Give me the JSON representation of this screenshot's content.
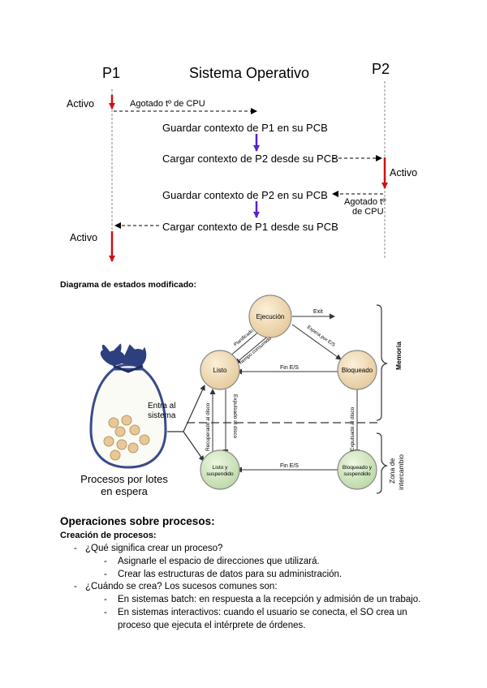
{
  "top_diagram": {
    "p1": "P1",
    "so": "Sistema Operativo",
    "p2": "P2",
    "activo_1": "Activo",
    "agotado_1": "Agotado tº de CPU",
    "step1": "Guardar contexto de P1 en su PCB",
    "step2": "Cargar contexto de P2 desde su PCB",
    "activo_2": "Activo",
    "step3": "Guardar contexto de P2 en su PCB",
    "agotado_2a": "Agotado tº",
    "agotado_2b": "de CPU",
    "step4": "Cargar contexto de P1 desde su PCB",
    "activo_3": "Activo"
  },
  "state_diagram": {
    "heading": "Diagrama de estados modificado:",
    "bag_label_1": "Procesos por lotes",
    "bag_label_2": "en espera",
    "entra_1": "Entra al",
    "entra_2": "sistema",
    "states": {
      "ejecucion": "Ejecución",
      "listo": "Listo",
      "bloqueado": "Bloqueado",
      "listo_susp_1": "Listo y",
      "listo_susp_2": "suspendido",
      "bloq_susp_1": "Bloqueado y",
      "bloq_susp_2": "suspendido"
    },
    "transitions": {
      "exit": "Exit",
      "planificado": "Planificado",
      "tiempo_consumido": "Tiempo consumido",
      "espera_es": "Espera por E/S",
      "fin_es_top": "Fin E/S",
      "fin_es_bottom": "Fin E/S",
      "recuperado": "Recuperado al disco",
      "expulsado_left": "Expulsado al disco",
      "expulsado_right": "Expulsado al disco"
    },
    "memoria": "Memoria",
    "zona_1": "Zona de",
    "zona_2": "intercambio"
  },
  "operations": {
    "title": "Operaciones sobre procesos:",
    "subtitle": "Creación de procesos:",
    "items": [
      {
        "level": 1,
        "text": "¿Qué significa crear un proceso?"
      },
      {
        "level": 2,
        "text": "Asignarle el espacio de direcciones que utilizará."
      },
      {
        "level": 2,
        "text": "Crear las estructuras de datos para su administración."
      },
      {
        "level": 1,
        "text": "¿Cuándo se crea? Los sucesos comunes son:"
      },
      {
        "level": 2,
        "text": "En sistemas batch: en respuesta a la recepción y admisión de un trabajo."
      },
      {
        "level": 2,
        "text": "En sistemas interactivos: cuando el usuario se conecta, el SO crea un"
      },
      {
        "level": 3,
        "text": "proceso que ejecuta el intérprete de órdenes."
      }
    ]
  }
}
